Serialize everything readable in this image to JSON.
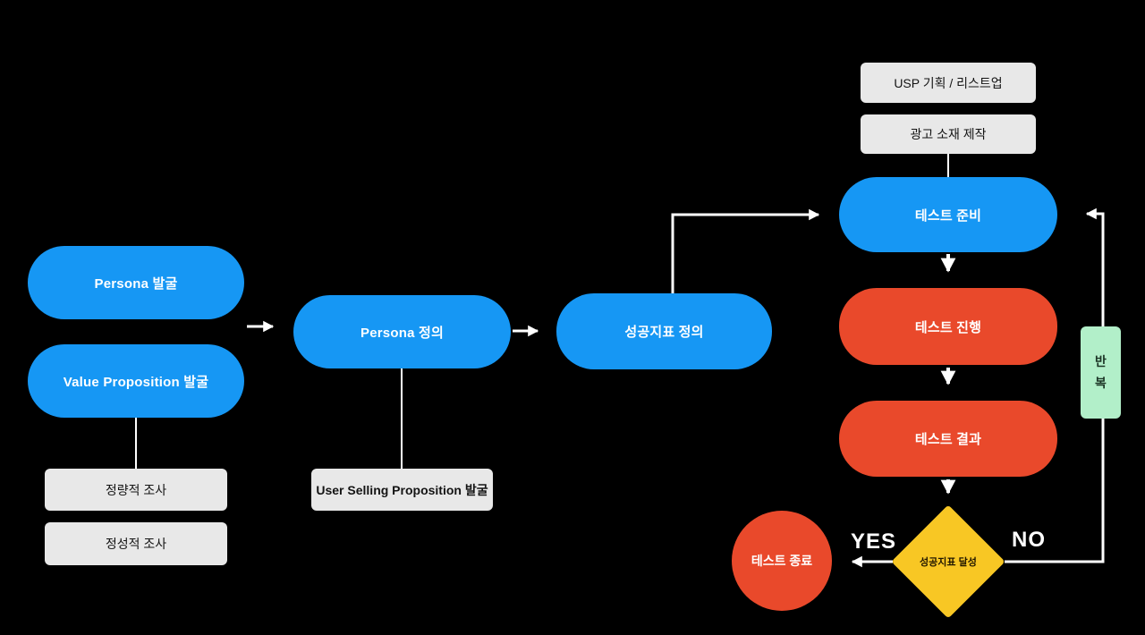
{
  "diagram": {
    "type": "flowchart",
    "background": "#000000",
    "colors": {
      "process_blue": "#1697F4",
      "process_red": "#E9492B",
      "decision_yellow": "#F8C724",
      "loop_green": "#B2EFC9",
      "note_gray": "#E8E8E8",
      "connector_white": "#FFFFFF"
    },
    "nodes": {
      "persona_discovery": {
        "label": "Persona 발굴"
      },
      "value_proposition": {
        "label": "Value Proposition 발굴"
      },
      "quant_research": {
        "label": "정량적 조사"
      },
      "qual_research": {
        "label": "정성적 조사"
      },
      "persona_definition": {
        "label": "Persona 정의"
      },
      "usp_discovery": {
        "label": "User Selling Proposition 발굴"
      },
      "success_metric_definition": {
        "label": "성공지표 정의"
      },
      "usp_planning": {
        "label": "USP 기획 / 리스트업"
      },
      "ad_creative": {
        "label": "광고 소재 제작"
      },
      "test_prep": {
        "label": "테스트 준비"
      },
      "test_run": {
        "label": "테스트 진행"
      },
      "test_result": {
        "label": "테스트 결과"
      },
      "metric_check": {
        "label": "성공지표 달성"
      },
      "test_end": {
        "label": "테스트 종료"
      },
      "loop": {
        "line1": "반",
        "line2": "복"
      }
    },
    "edge_labels": {
      "yes": "YES",
      "no": "NO"
    }
  }
}
